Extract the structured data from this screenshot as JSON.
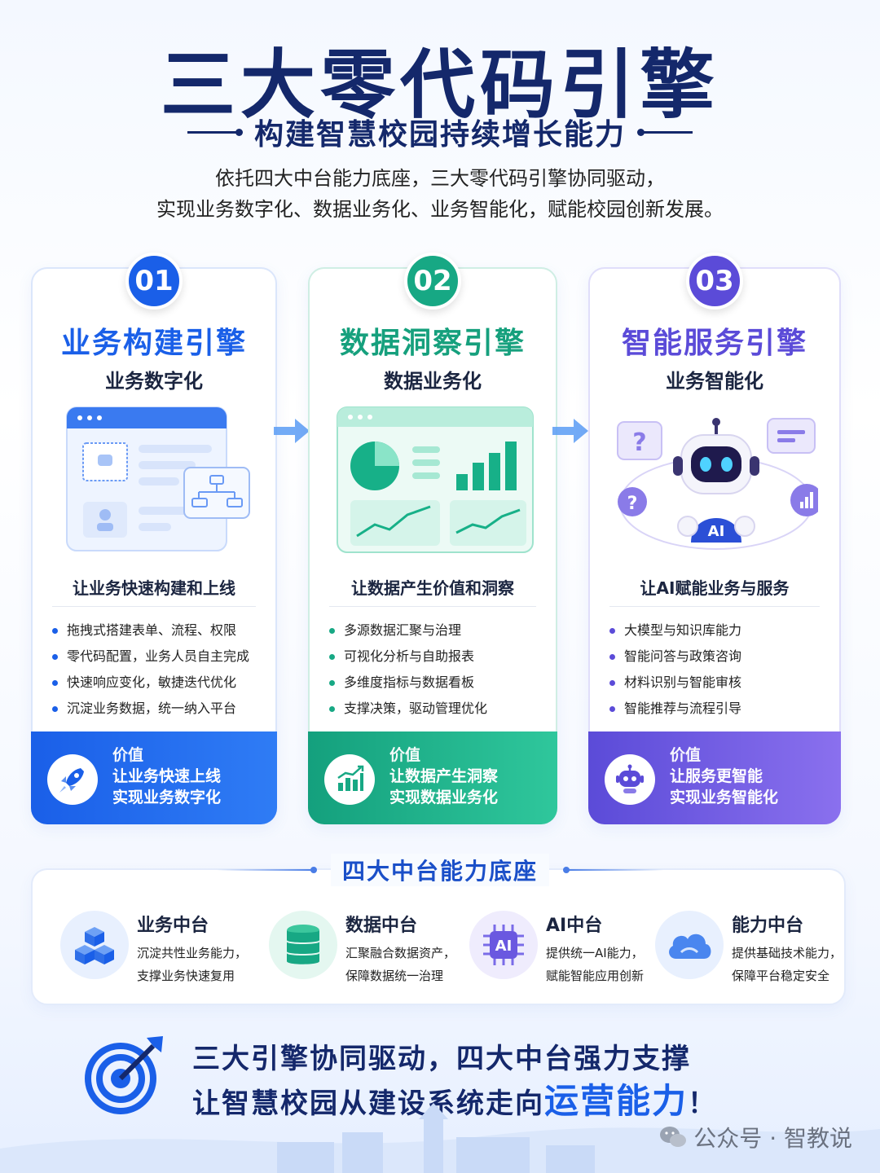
{
  "header": {
    "title": "三大零代码引擎",
    "subtitle": "构建智慧校园持续增长能力",
    "intro_line1": "依托四大中台能力底座，三大零代码引擎协同驱动，",
    "intro_line2": "实现业务数字化、数据业务化、业务智能化，赋能校园创新发展。"
  },
  "engines": [
    {
      "number": "01",
      "title": "业务构建引擎",
      "subtitle": "业务数字化",
      "lead": "让业务快速构建和上线",
      "bullets": [
        "拖拽式搭建表单、流程、权限",
        "零代码配置，业务人员自主完成",
        "快速响应变化，敏捷迭代优化",
        "沉淀业务数据，统一纳入平台"
      ],
      "value_label": "价值",
      "value_line1": "让业务快速上线",
      "value_line2": "实现业务数字化",
      "value_icon": "rocket-icon",
      "color": "#1a5fe8"
    },
    {
      "number": "02",
      "title": "数据洞察引擎",
      "subtitle": "数据业务化",
      "lead": "让数据产生价值和洞察",
      "bullets": [
        "多源数据汇聚与治理",
        "可视化分析与自助报表",
        "多维度指标与数据看板",
        "支撑决策，驱动管理优化"
      ],
      "value_label": "价值",
      "value_line1": "让数据产生洞察",
      "value_line2": "实现数据业务化",
      "value_icon": "growth-chart-icon",
      "color": "#17a884"
    },
    {
      "number": "03",
      "title": "智能服务引擎",
      "subtitle": "业务智能化",
      "lead": "让AI赋能业务与服务",
      "bullets": [
        "大模型与知识库能力",
        "智能问答与政策咨询",
        "材料识别与智能审核",
        "智能推荐与流程引导"
      ],
      "value_label": "价值",
      "value_line1": "让服务更智能",
      "value_line2": "实现业务智能化",
      "value_icon": "robot-icon",
      "illus_ai_label": "AI",
      "color": "#5b4bd8"
    }
  ],
  "base": {
    "title": "四大中台能力底座",
    "platforms": [
      {
        "name": "业务中台",
        "desc1": "沉淀共性业务能力，",
        "desc2": "支撑业务快速复用",
        "icon": "cubes-icon"
      },
      {
        "name": "数据中台",
        "desc1": "汇聚融合数据资产，",
        "desc2": "保障数据统一治理",
        "icon": "database-icon"
      },
      {
        "name": "AI中台",
        "desc1": "提供统一AI能力，",
        "desc2": "赋能智能应用创新",
        "icon": "ai-chip-icon",
        "icon_label": "AI"
      },
      {
        "name": "能力中台",
        "desc1": "提供基础技术能力，",
        "desc2": "保障平台稳定安全",
        "icon": "cloud-icon"
      }
    ]
  },
  "footer": {
    "line1": "三大引擎协同驱动，四大中台强力支撑",
    "line2_prefix": "让智慧校园从建设系统走向",
    "line2_highlight": "运营能力",
    "line2_suffix": "！",
    "watermark": "公众号 · 智教说"
  },
  "colors": {
    "navy": "#14286b",
    "blue": "#1a5fe8",
    "green": "#17a884",
    "purple": "#5b4bd8"
  }
}
